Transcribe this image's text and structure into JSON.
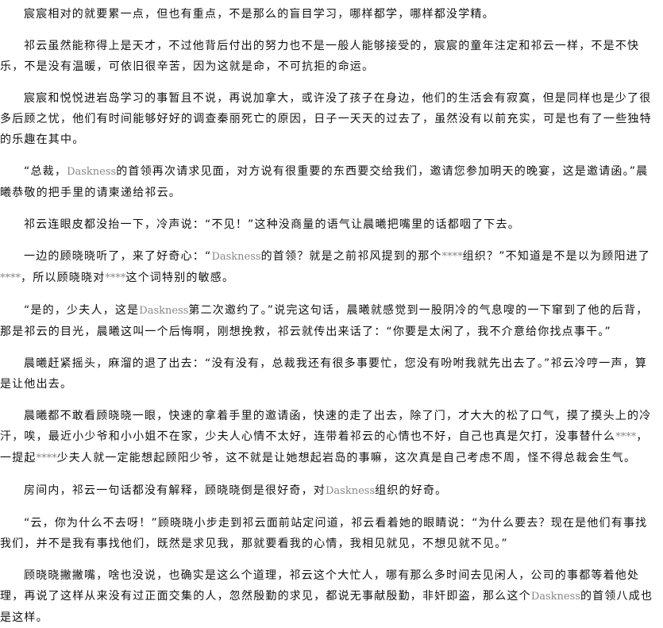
{
  "paragraphs": [
    [
      {
        "t": "宸宸相对的就要累一点，但也有重点，不是那么的盲目学习，哪样都学，哪样都没学精。"
      }
    ],
    [
      {
        "t": "祁云虽然能称得上是天才，不过他背后付出的努力也不是一般人能够接受的，宸宸的童年注定和祁云一样，不是不快乐，不是没有温暖，可依旧很辛苦，因为这就是命，不可抗拒的命运。"
      }
    ],
    [
      {
        "t": "宸宸和悦悦进岩岛学习的事暂且不说，再说加拿大，或许没了孩子在身边，他们的生活会有寂寞，但是同样也是少了很多后顾之忧，他们有时间能够好好的调查秦丽死亡的原因，日子一天天的过去了，虽然没有以前充实，可是也有了一些独特的乐趣在其中。"
      }
    ],
    [
      {
        "t": "“总裁，"
      },
      {
        "t": "Daskness",
        "l": true
      },
      {
        "t": "的首领再次请求见面，对方说有很重要的东西要交给我们，邀请您参加明天的晚宴，这是邀请函。”晨曦恭敬的把手里的请柬递给祁云。"
      }
    ],
    [
      {
        "t": "祁云连眼皮都没抬一下，冷声说：“不见！”这种没商量的语气让晨曦把嘴里的话都咽了下去。"
      }
    ],
    [
      {
        "t": "一边的顾晓晓听了，来了好奇心：“"
      },
      {
        "t": "Daskness",
        "l": true
      },
      {
        "t": "的首领？就是之前祁风提到的那个"
      },
      {
        "t": "****",
        "l": true
      },
      {
        "t": "组织？”不知道是不是以为顾阳进了"
      },
      {
        "t": "****",
        "l": true
      },
      {
        "t": "，所以顾晓晓对"
      },
      {
        "t": "****",
        "l": true
      },
      {
        "t": "这个词特别的敏感。"
      }
    ],
    [
      {
        "t": "“是的，少夫人，这是"
      },
      {
        "t": "Daskness",
        "l": true
      },
      {
        "t": "第二次邀约了。”说完这句话，晨曦就感觉到一股阴冷的气息嗖的一下窜到了他的后背，那是祁云的目光，晨曦这叫一个后悔啊，刚想挽救，祁云就传出来话了：“你要是太闲了，我不介意给你找点事干。”"
      }
    ],
    [
      {
        "t": "晨曦赶紧摇头，麻溜的退了出去：“没有没有，总裁我还有很多事要忙，您没有吩咐我就先出去了。”祁云冷哼一声，算是让他出去。"
      }
    ],
    [
      {
        "t": "晨曦都不敢看顾晓晓一眼，快速的拿着手里的邀请函，快速的走了出去，除了门，才大大的松了口气，摸了摸头上的冷汗，唉，最近小少爷和小小姐不在家，少夫人心情不太好，连带着祁云的心情也不好，自己也真是欠打，没事替什么"
      },
      {
        "t": "****",
        "l": true
      },
      {
        "t": "，一提起"
      },
      {
        "t": "****",
        "l": true
      },
      {
        "t": "少夫人就一定能想起顾阳少爷，这不就是让她想起岩岛的事嘛，这次真是自己考虑不周，怪不得总裁会生气。"
      }
    ],
    [
      {
        "t": "房间内，祁云一句话都没有解释，顾晓晓倒是很好奇，对"
      },
      {
        "t": "Daskness",
        "l": true
      },
      {
        "t": "组织的好奇。"
      }
    ],
    [
      {
        "t": "“云，你为什么不去呀！”顾晓晓小步走到祁云面前站定问道，祁云看着她的眼睛说：“为什么要去？现在是他们有事找我们，并不是我有事找他们，既然是求见我，那就要看我的心情，我相见就见，不想见就不见。”"
      }
    ],
    [
      {
        "t": "顾晓晓撇撇嘴，啥也没说，也确实是这么个道理，祁云这个大忙人，哪有那么多时间去见闲人，公司的事都等着他处理，再说了这样从来没有过正面交集的人，忽然殷勤的求见，都说无事献殷勤，非奸即盗，那么这个"
      },
      {
        "t": "Daskness",
        "l": true
      },
      {
        "t": "的首领八成也是这样。"
      }
    ]
  ]
}
